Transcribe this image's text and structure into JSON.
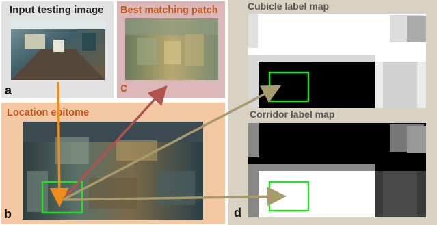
{
  "panels": {
    "input": {
      "title": "Input testing image",
      "letter": "a"
    },
    "best_patch": {
      "title": "Best matching patch",
      "letter": "c"
    },
    "epitome": {
      "title": "Location epitome",
      "letter": "b"
    },
    "label_maps": {
      "letter": "d",
      "cubicle_title": "Cubicle label map",
      "corridor_title": "Corridor label map"
    }
  },
  "colors": {
    "panel_a_bg": "#e2e2e2",
    "panel_c_bg": "#dcb7b9",
    "panel_b_bg": "#f5c8a4",
    "panel_d_bg": "#d9d2c3",
    "title_orange": "#c0581c",
    "title_dark": "#555555",
    "box_green": "#22e222",
    "arrow_orange": "#f08c1c",
    "arrow_red": "#b0524e",
    "arrow_tan": "#a89a6a"
  }
}
